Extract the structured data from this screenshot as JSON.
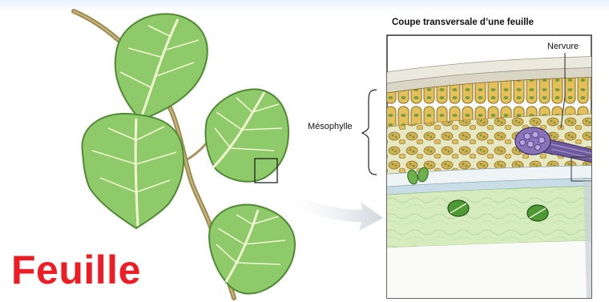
{
  "title": "Feuille",
  "section_view": {
    "title": "Coupe transversale d’une feuille",
    "labels": {
      "nervure": "Nervure",
      "mesophylle": "Mésophylle"
    }
  },
  "colors": {
    "title_red": "#ee1c24",
    "leaf_green": "#8fca6a",
    "vein": "#f1f6d0",
    "stem": "#9c8a52",
    "palisade_cells": "#d8b34a",
    "vein_bundle": "#8a73b8",
    "spongy_tissue": "#d9efc4"
  }
}
